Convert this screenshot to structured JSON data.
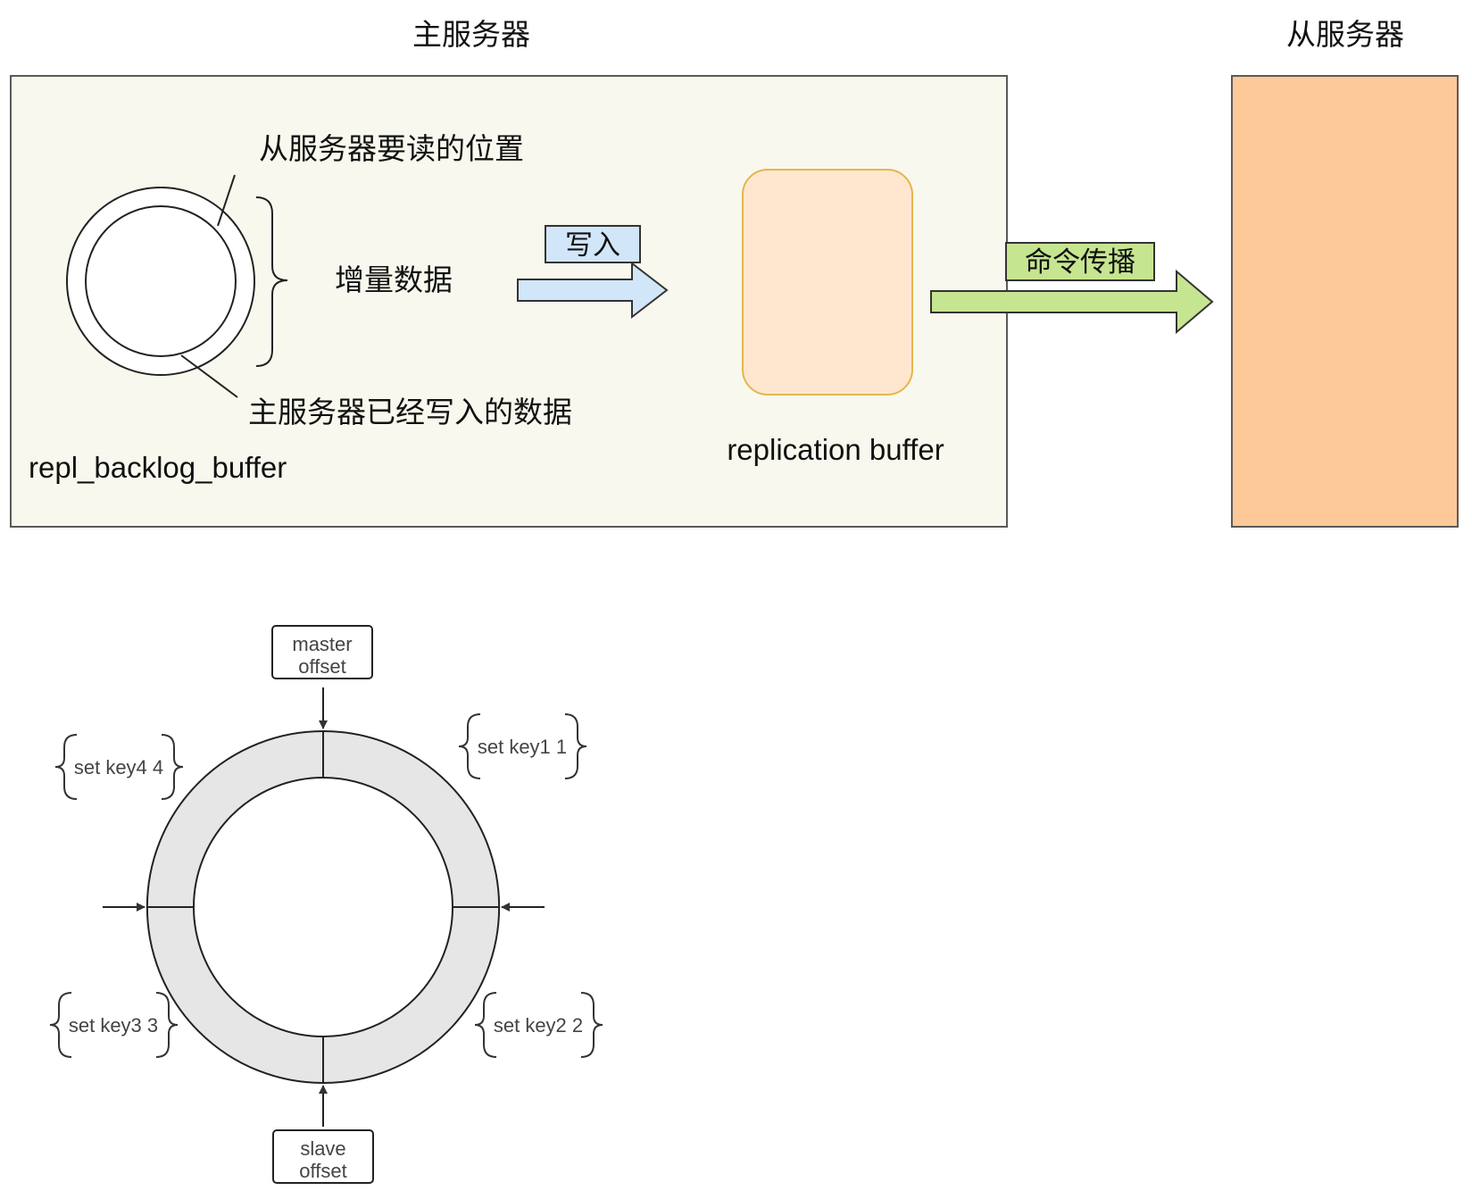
{
  "top_diagram": {
    "master_title": "主服务器",
    "slave_title": "从服务器",
    "slave_read_position_label": "从服务器要读的位置",
    "incremental_data_label": "增量数据",
    "master_written_label": "主服务器已经写入的数据",
    "backlog_buffer_label": "repl_backlog_buffer",
    "write_label": "写入",
    "replication_buffer_label": "replication buffer",
    "propagation_label": "命令传播"
  },
  "ring_diagram": {
    "master_offset_label": [
      "master",
      "offset"
    ],
    "slave_offset_label": [
      "slave",
      "offset"
    ],
    "commands": [
      "set key1 1",
      "set key2 2",
      "set key3 3",
      "set key4 4"
    ]
  },
  "colors": {
    "master_box_fill": "#f9f8ee",
    "slave_box_fill": "#fec998",
    "replication_buffer_fill": "#ffe6cf",
    "replication_buffer_stroke": "#e3b74a",
    "write_arrow_fill": "#d2e6f9",
    "propagation_arrow_fill": "#c6e590",
    "ring_fill": "#e6e6e6"
  }
}
